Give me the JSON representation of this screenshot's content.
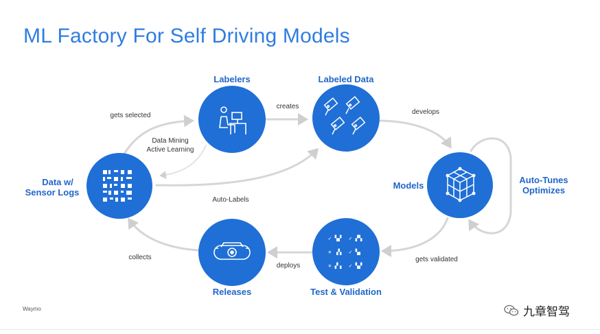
{
  "title": "ML Factory For Self Driving Models",
  "nodes": {
    "labelers": "Labelers",
    "labeled_data": "Labeled Data",
    "models": "Models",
    "test_validation": "Test & Validation",
    "releases": "Releases",
    "data_sensor_logs_1": "Data w/",
    "data_sensor_logs_2": "Sensor Logs",
    "auto_tunes_1": "Auto-Tunes",
    "auto_tunes_2": "Optimizes"
  },
  "edges": {
    "gets_selected": "gets selected",
    "creates": "creates",
    "develops": "develops",
    "data_mining_1": "Data Mining",
    "data_mining_2": "Active Learning",
    "auto_labels": "Auto-Labels",
    "gets_validated": "gets validated",
    "deploys": "deploys",
    "collects": "collects"
  },
  "icons": {
    "labelers": "person-at-computer-icon",
    "labeled_data": "tags-icon",
    "models": "cube-icon",
    "test_validation": "checklist-icon",
    "releases": "car-icon",
    "data_sensor_logs": "data-grid-icon",
    "watermark": "wechat-icon"
  },
  "footer": {
    "brand": "Waymo",
    "watermark": "九章智驾"
  },
  "colors": {
    "title": "#2f7de1",
    "node_fill": "#1f6fd6",
    "node_label": "#1f66c9",
    "arrow": "#d0d0d0"
  }
}
